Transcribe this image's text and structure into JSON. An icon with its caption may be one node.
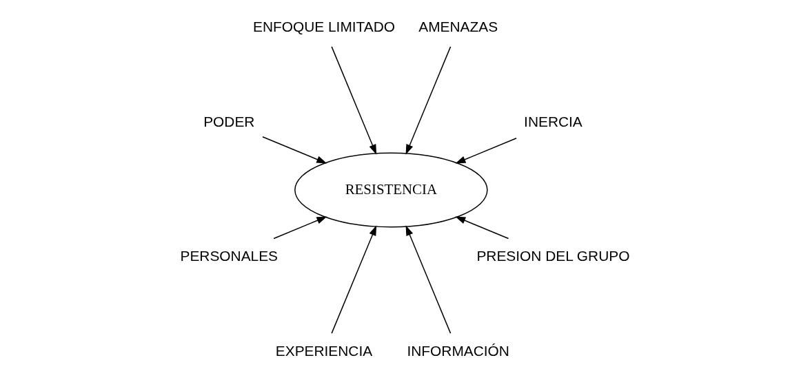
{
  "diagram": {
    "nodes": [
      {
        "text": [
          "INERCIA"
        ]
      },
      {
        "text": [
          "AMENAZAS"
        ]
      },
      {
        "text": [
          "ENFOQUE LIMITADO"
        ]
      },
      {
        "text": [
          "PODER"
        ]
      },
      {
        "text": [
          "RESISTENCIA"
        ]
      },
      {
        "text": [
          "PERSONALES"
        ]
      },
      {
        "text": [
          "EXPERIENCIA"
        ]
      },
      {
        "text": [
          "INFORMACIÓN"
        ]
      },
      {
        "text": [
          "PRESION DEL GRUPO"
        ]
      }
    ],
    "edges": [
      {
        "from": 0,
        "to": 4,
        "arrow": "to"
      },
      {
        "from": 1,
        "to": 4,
        "arrow": "to"
      },
      {
        "from": 2,
        "to": 4,
        "arrow": "to"
      },
      {
        "from": 3,
        "to": 4,
        "arrow": "to"
      },
      {
        "from": 5,
        "to": 4,
        "arrow": "to"
      },
      {
        "from": 6,
        "to": 4,
        "arrow": "to"
      },
      {
        "from": 7,
        "to": 4,
        "arrow": "to"
      },
      {
        "from": 8,
        "to": 4,
        "arrow": "to"
      }
    ]
  }
}
